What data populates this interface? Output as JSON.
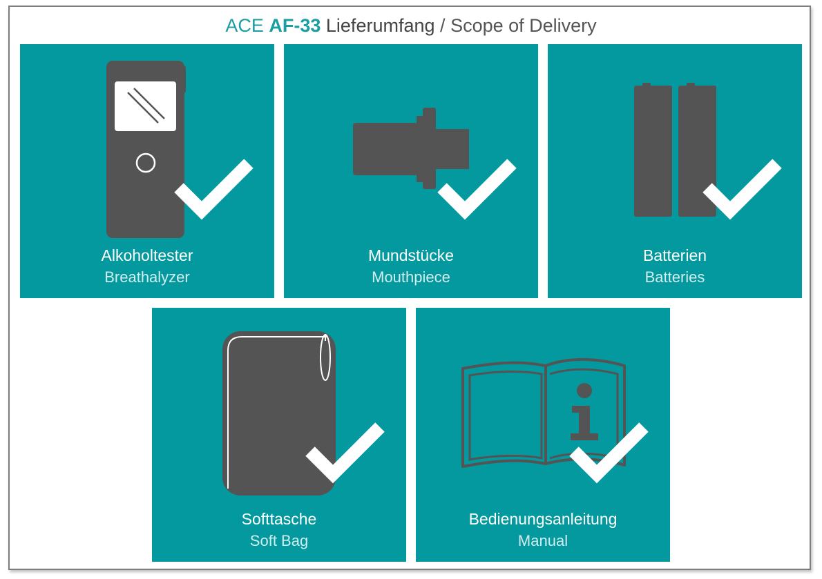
{
  "title": {
    "brand": "ACE",
    "model": "AF-33",
    "de": "Lieferumfang",
    "separator": "/",
    "en": "Scope of Delivery"
  },
  "items": [
    {
      "de": "Alkoholtester",
      "en": "Breathalyzer",
      "icon": "breathalyzer-icon"
    },
    {
      "de": "Mundstücke",
      "en": "Mouthpiece",
      "icon": "mouthpiece-icon"
    },
    {
      "de": "Batterien",
      "en": "Batteries",
      "icon": "batteries-icon"
    },
    {
      "de": "Softtasche",
      "en": "Soft Bag",
      "icon": "soft-bag-icon"
    },
    {
      "de": "Bedienungsanleitung",
      "en": "Manual",
      "icon": "manual-icon"
    }
  ],
  "colors": {
    "tile": "#03999e",
    "icon": "#545454",
    "accent": "#1a9ea3",
    "check": "#ffffff"
  }
}
